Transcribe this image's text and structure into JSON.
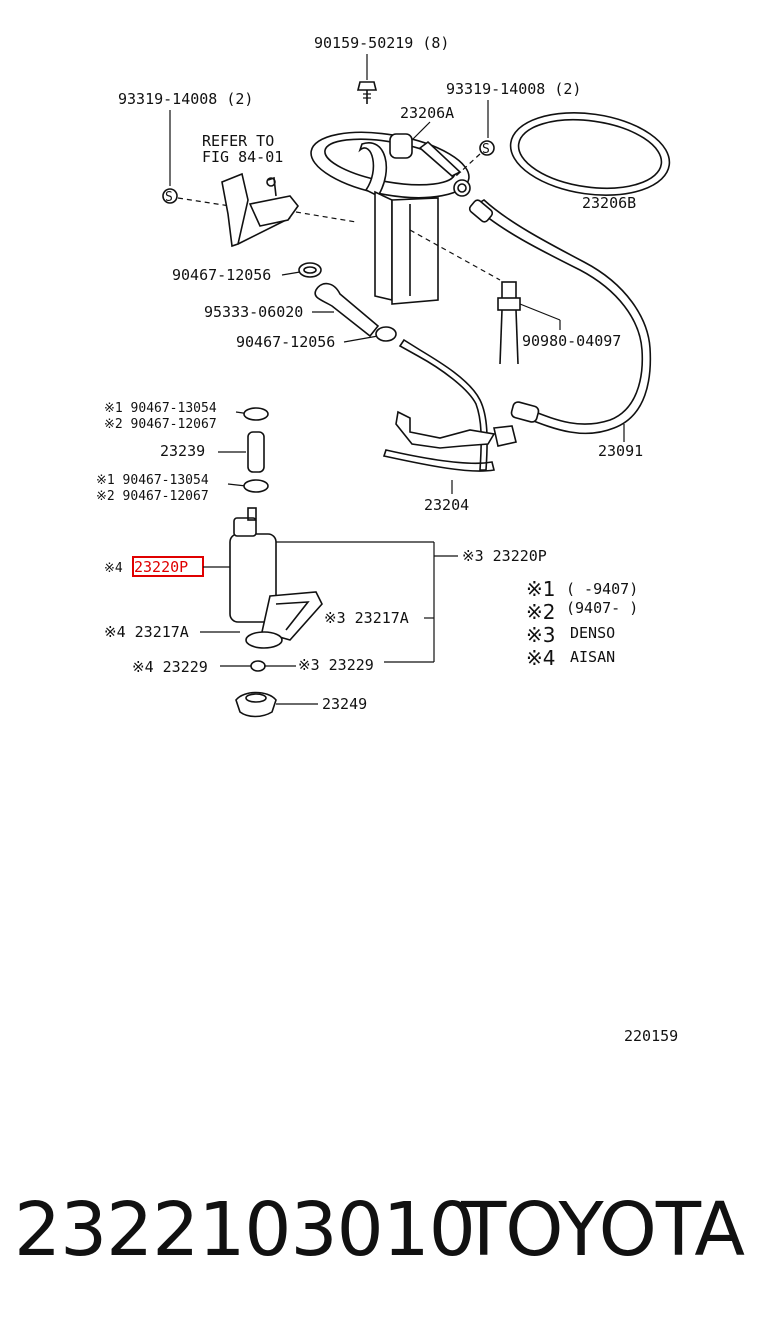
{
  "labels": {
    "p90159": "90159-50219 (8)",
    "p93319_left": "93319-14008 (2)",
    "p93319_right": "93319-14008 (2)",
    "refer_to": "REFER TO",
    "fig": "FIG 84-01",
    "p23206A": "23206A",
    "p23206B": "23206B",
    "p90467_a": "90467-12056",
    "p95333": "95333-06020",
    "p90467_b": "90467-12056",
    "p90980": "90980-04097",
    "p23091": "23091",
    "n1_90467_13054_a": "※1 90467-13054",
    "n2_90467_12067_a": "※2 90467-12067",
    "p23239": "23239",
    "n1_90467_13054_b": "※1 90467-13054",
    "n2_90467_12067_b": "※2 90467-12067",
    "p23204": "23204",
    "n4_prefix": "※4",
    "p23220P_hl": "23220P",
    "n3_23220P": "※3  23220P",
    "n4_23217A": "※4 23217A",
    "n3_23217A": "※3  23217A",
    "n4_23229": "※4 23229",
    "n3_23229": "※3 23229",
    "p23249": "23249",
    "fig_no": "220159"
  },
  "legend": [
    {
      "key": "※1",
      "value": "(      -9407)"
    },
    {
      "key": "※2",
      "value": "(9407-      )"
    },
    {
      "key": "※3",
      "value": "DENSO"
    },
    {
      "key": "※4",
      "value": "AISAN"
    }
  ],
  "footer": {
    "part_number": "2322103010",
    "brand": "TOYOTA"
  },
  "highlight_color": "#e00000"
}
